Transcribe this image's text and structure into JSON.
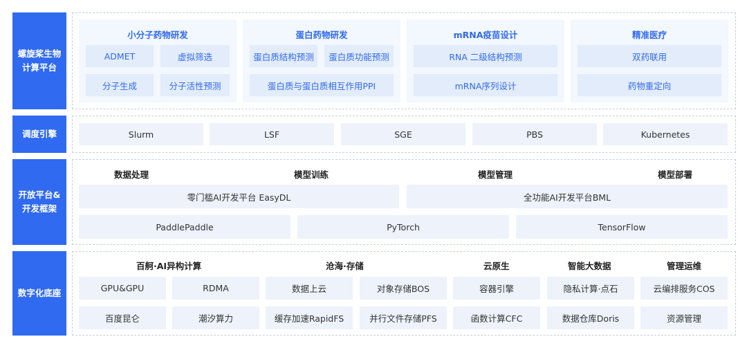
{
  "rows": {
    "bio": {
      "label": "螺旋桨生物\n计算平台",
      "groups": [
        {
          "title": "小分子药物研发",
          "items": [
            "ADMET",
            "虚拟筛选",
            "分子生成",
            "分子活性预测"
          ]
        },
        {
          "title": "蛋白药物研发",
          "items": [
            "蛋白质结构预测",
            "蛋白质功能预测",
            "蛋白质与蛋白质相互作用PPI"
          ]
        },
        {
          "title": "mRNA疫苗设计",
          "items": [
            "RNA 二级结构预测",
            "mRNA序列设计"
          ]
        },
        {
          "title": "精准医疗",
          "items": [
            "双药联用",
            "药物重定向"
          ]
        }
      ]
    },
    "sched": {
      "label": "调度引擎",
      "items": [
        "Slurm",
        "LSF",
        "SGE",
        "PBS",
        "Kubernetes"
      ]
    },
    "open": {
      "label": "开放平台&\n开发框架",
      "headers": [
        "数据处理",
        "模型训练",
        "模型管理",
        "模型部署"
      ],
      "platforms": [
        "零门槛AI开发平台 EasyDL",
        "全功能AI开发平台BML"
      ],
      "frameworks": [
        "PaddlePaddle",
        "PyTorch",
        "TensorFlow"
      ]
    },
    "base": {
      "label": "数字化底座",
      "headers": [
        "百舸·AI异构计算",
        "沧海·存储",
        "云原生",
        "智能大数据",
        "管理运维"
      ],
      "items": [
        "GPU&GPU",
        "RDMA",
        "数据上云",
        "对象存储BOS",
        "容器引擎",
        "隐私计算·点石",
        "云编排服务COS",
        "百度昆仑",
        "潮汐算力",
        "缓存加速RapidFS",
        "并行文件存储PFS",
        "函数计算CFC",
        "数据仓库Doris",
        "资源管理"
      ]
    }
  }
}
